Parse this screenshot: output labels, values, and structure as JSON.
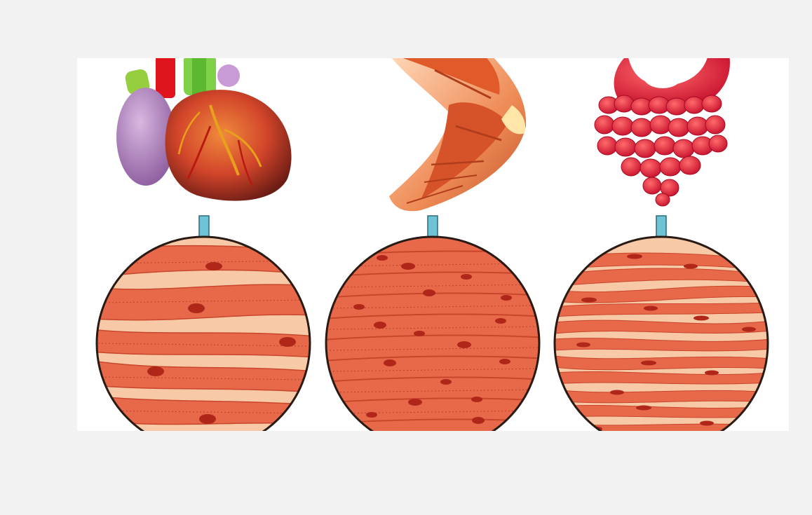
{
  "figure": {
    "background_color": "#f2f2f2",
    "panel_color": "#ffffff",
    "arrow_color": "#6ec3d6",
    "tissue_color": "#e8694a",
    "tissue_dark": "#c9452b",
    "tissue_light": "#f7c9a6",
    "nucleus_color": "#b0271a",
    "panels": [
      {
        "organ": "heart",
        "organ_icon": "heart-icon",
        "tissue": "cardiac-muscle"
      },
      {
        "organ": "arm-muscle",
        "organ_icon": "arm-muscle-icon",
        "tissue": "skeletal-muscle"
      },
      {
        "organ": "intestine",
        "organ_icon": "intestine-icon",
        "tissue": "smooth-muscle"
      }
    ]
  }
}
